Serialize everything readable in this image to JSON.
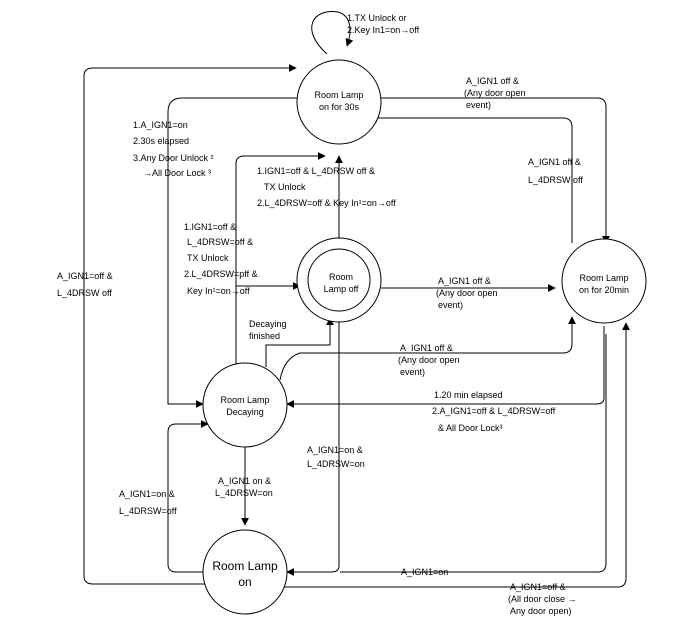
{
  "states": {
    "on30": [
      "Room Lamp",
      "on for 30s"
    ],
    "off": [
      "Room",
      "Lamp off"
    ],
    "on20": [
      "Room Lamp",
      "on for 20min"
    ],
    "decay": [
      "Room Lamp",
      "Decaying"
    ],
    "on": [
      "Room Lamp",
      "on"
    ]
  },
  "labels": {
    "self_loop": [
      "1.TX Unlock or",
      "2.Key In1=on→off"
    ],
    "on30_to_decay": [
      "1.A_IGN1=on",
      "2.30s elapsed",
      "3.Any Door Unlock ²",
      "→All Door Lock ³"
    ],
    "far_left": [
      "A_IGN1=off  &",
      "L_4DRSW off"
    ],
    "on20_to_on30_top": [
      "A_IGN1 off &",
      "(Any door open",
      "event)"
    ],
    "on20_to_on30_side": [
      "A_IGN1  off  &",
      "L_4DRSW off"
    ],
    "off_to_on30": [
      "1.IGN1=off  &  L_4DRSW off  &",
      "TX Unlock",
      "2.L_4DRSW=off  & Key In¹=on→off"
    ],
    "decay_to_off": [
      "1.IGN1=off  &",
      "L_4DRSW=off  &",
      "TX Unlock",
      "2.L_4DRSW=pff  &",
      "Key In¹=on→off"
    ],
    "decaying_finished": [
      "Decaying",
      "finished"
    ],
    "off_to_on20": [
      "A_IGN1 off &",
      "(Any door open",
      "event)"
    ],
    "decay_to_on20": [
      "A_IGN1 off &",
      "(Any door open",
      "event)"
    ],
    "on20_to_decay": [
      "1.20 min elapsed",
      "2.A_IGN1=off  & L_4DRSW=off",
      "& All Door Lock³"
    ],
    "decay_to_on": [
      "A_IGN1 on &",
      "L_4DRSW=on"
    ],
    "on_to_decay": [
      "A_IGN1=on  &",
      "L_4DRSW=off"
    ],
    "off_to_on": [
      "A_IGN1=on &",
      "L_4DRSW=on"
    ],
    "on20_to_on": "A_IGN1=on",
    "on_to_on20": [
      "A_IGN1=off &",
      "(All door close →",
      "Any door open)"
    ]
  }
}
